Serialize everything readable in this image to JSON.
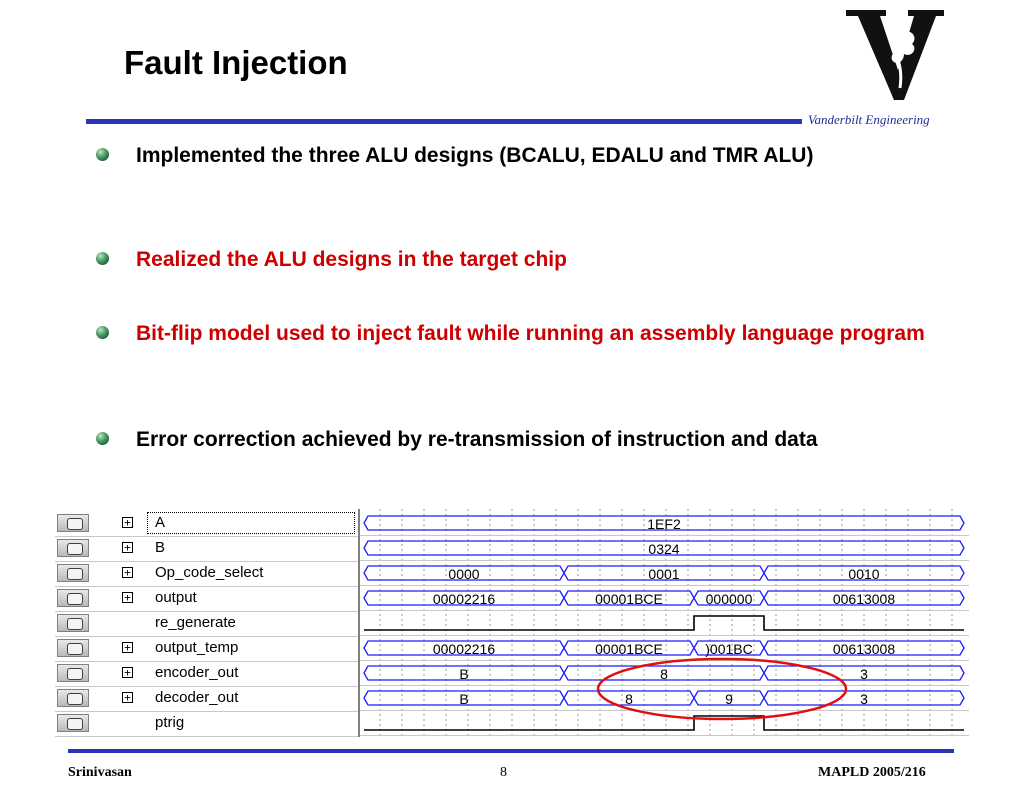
{
  "slide": {
    "title": "Fault Injection",
    "logo_caption": "Vanderbilt Engineering",
    "bullets": [
      {
        "text": "Implemented the three ALU designs (BCALU, EDALU and TMR ALU)",
        "color": "#000000"
      },
      {
        "text": "Realized the ALU designs in the target chip",
        "color": "#cc0000"
      },
      {
        "text": "Bit-flip model used to inject fault while running an assembly language program",
        "color": "#cc0000"
      },
      {
        "text": "Error correction achieved by re-transmission of instruction and data",
        "color": "#000000"
      }
    ]
  },
  "waveform": {
    "signals": [
      {
        "name": "A",
        "icon": "input-icon",
        "expandable": true,
        "bus": [
          {
            "value": "1EF2"
          }
        ]
      },
      {
        "name": "B",
        "icon": "input-icon",
        "expandable": true,
        "bus": [
          {
            "value": "0324"
          }
        ]
      },
      {
        "name": "Op_code_select",
        "icon": "input-icon",
        "expandable": true,
        "bus": [
          {
            "value": "0000"
          },
          {
            "value": "0001"
          },
          {
            "value": "0010"
          }
        ]
      },
      {
        "name": "output",
        "icon": "output-icon",
        "expandable": true,
        "bus": [
          {
            "value": "00002216"
          },
          {
            "value": "00001BCE"
          },
          {
            "value": "000000"
          },
          {
            "value": "00613008"
          }
        ]
      },
      {
        "name": "re_generate",
        "icon": "output-icon",
        "expandable": false,
        "bit": "pulse"
      },
      {
        "name": "output_temp",
        "icon": "output-icon",
        "expandable": true,
        "bus": [
          {
            "value": "00002216"
          },
          {
            "value": "00001BCE"
          },
          {
            "value": ")001BC"
          },
          {
            "value": "00613008"
          }
        ]
      },
      {
        "name": "encoder_out",
        "icon": "output-icon",
        "expandable": true,
        "bus": [
          {
            "value": "B"
          },
          {
            "value": "8"
          },
          {
            "value": "3"
          }
        ]
      },
      {
        "name": "decoder_out",
        "icon": "output-icon",
        "expandable": true,
        "bus": [
          {
            "value": "B"
          },
          {
            "value": "8"
          },
          {
            "value": "9"
          },
          {
            "value": "3"
          }
        ]
      },
      {
        "name": "ptrig",
        "icon": "input-icon",
        "expandable": false,
        "bit": "pulse"
      }
    ],
    "highlight_color": "#e01010"
  },
  "footer": {
    "author": "Srinivasan",
    "page_number": "8",
    "conference": "MAPLD 2005/216"
  },
  "colors": {
    "accent_rule": "#2a34b8",
    "wave_line": "#1c1cff"
  }
}
